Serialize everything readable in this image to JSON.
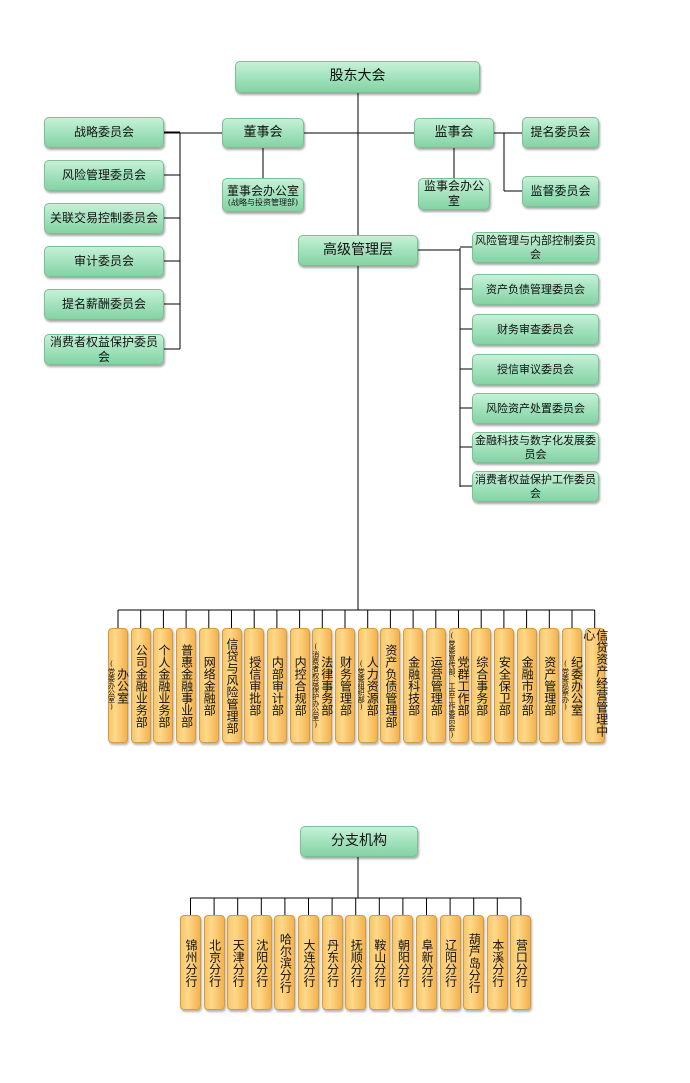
{
  "top": "股东大会",
  "board": "董事会",
  "supervisory": "监事会",
  "board_office": {
    "main": "董事会办公室",
    "sub": "(战略与投资管理部)"
  },
  "supervisory_office": "监事会办公室",
  "senior_mgmt": "高级管理层",
  "board_committees": [
    "战略委员会",
    "风险管理委员会",
    "关联交易控制委员会",
    "审计委员会",
    "提名薪酬委员会",
    "消费者权益保护委员会"
  ],
  "supervisory_committees": [
    "提名委员会",
    "监督委员会"
  ],
  "mgmt_committees": [
    "风险管理与内部控制委员会",
    "资产负债管理委员会",
    "财务审查委员会",
    "授信审议委员会",
    "风险资产处置委员会",
    "金融科技与数字化发展委员会",
    "消费者权益保护工作委员会"
  ],
  "departments": [
    {
      "main": "办公室",
      "note": "(党委办公室)"
    },
    {
      "main": "公司金融业务部"
    },
    {
      "main": "个人金融业务部"
    },
    {
      "main": "普惠金融事业部"
    },
    {
      "main": "网络金融部"
    },
    {
      "main": "信贷与风险管理部"
    },
    {
      "main": "授信审批部"
    },
    {
      "main": "内部审计部"
    },
    {
      "main": "内控合规部"
    },
    {
      "main": "法律事务部",
      "note": "(消费者权益保护办公室)"
    },
    {
      "main": "财务管理部"
    },
    {
      "main": "人力资源部",
      "note": "(党委组织部)"
    },
    {
      "main": "资产负债管理部"
    },
    {
      "main": "金融科技部"
    },
    {
      "main": "运营管理部"
    },
    {
      "main": "党群工作部",
      "note": "(党委宣传部、工会工作委员会)"
    },
    {
      "main": "综合事务部"
    },
    {
      "main": "安全保卫部"
    },
    {
      "main": "金融市场部"
    },
    {
      "main": "资产管理部"
    },
    {
      "main": "纪委办公室",
      "note": "(党委巡察办)"
    },
    {
      "main": "信贷资产经营管理中心"
    }
  ],
  "branch_root": "分支机构",
  "branches": [
    "锦州分行",
    "北京分行",
    "天津分行",
    "沈阳分行",
    "哈尔滨分行",
    "大连分行",
    "丹东分行",
    "抚顺分行",
    "鞍山分行",
    "朝阳分行",
    "阜新分行",
    "辽阳分行",
    "葫芦岛分行",
    "本溪分行",
    "营口分行"
  ]
}
